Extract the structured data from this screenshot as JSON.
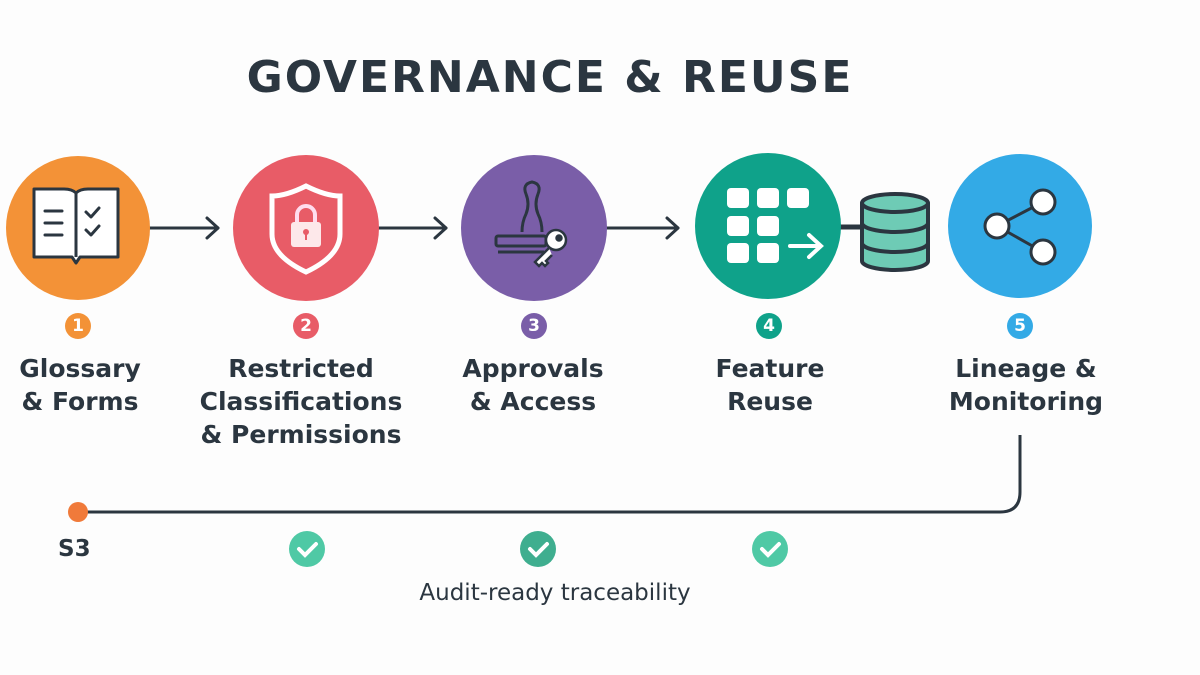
{
  "title": "GOVERNANCE & REUSE",
  "steps": [
    {
      "number": "1",
      "lines": [
        "Glossary",
        "& Forms"
      ],
      "color": "#f39237",
      "icon": "book-checklist-icon"
    },
    {
      "number": "2",
      "lines": [
        "Restricted",
        "Classifications",
        "& Permissions"
      ],
      "color": "#e85c67",
      "icon": "shield-lock-icon"
    },
    {
      "number": "3",
      "lines": [
        "Approvals",
        "& Access"
      ],
      "color": "#7a5ea8",
      "icon": "stamp-key-icon"
    },
    {
      "number": "4",
      "lines": [
        "Feature",
        "Reuse"
      ],
      "color": "#0fa28a",
      "icon": "grid-arrow-icon"
    },
    {
      "number": "5",
      "lines": [
        "Lineage &",
        "Monitoring"
      ],
      "color": "#33aae6",
      "icon": "share-nodes-icon"
    }
  ],
  "timeline": {
    "start_label": "S3",
    "caption": "Audit-ready traceability",
    "start_color": "#f07a3a",
    "check_color": "#4fc9a5"
  }
}
